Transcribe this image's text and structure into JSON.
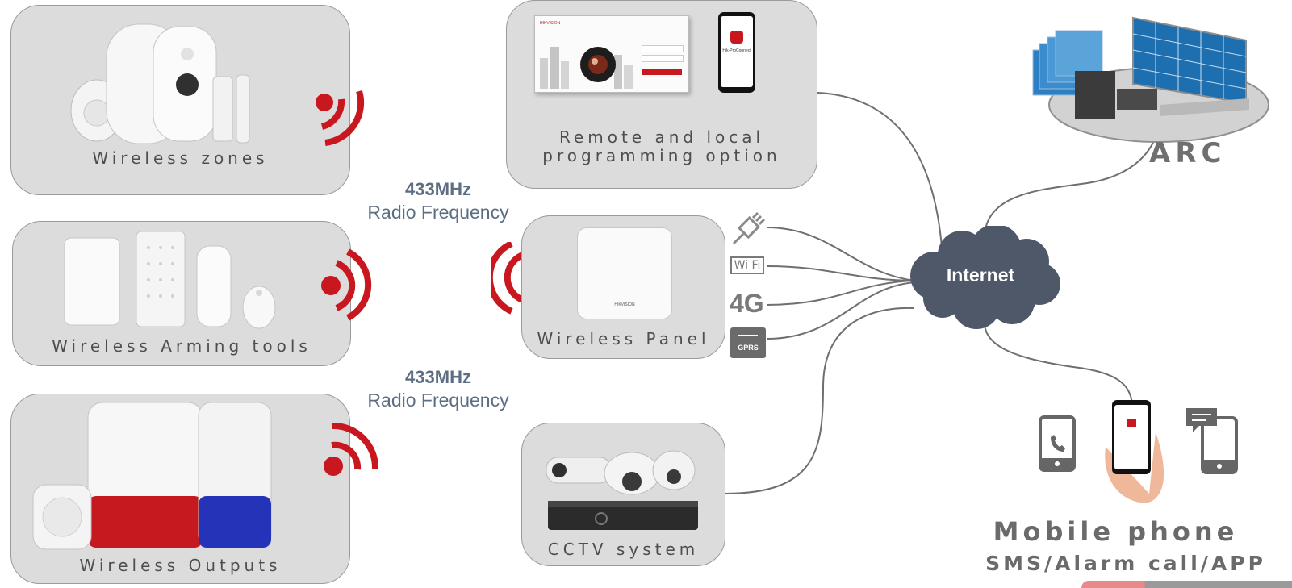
{
  "boxes": {
    "wireless_zones": "Wireless zones",
    "wireless_arming_tools": "Wireless Arming tools",
    "wireless_outputs": "Wireless Outputs",
    "remote_programming_line1": "Remote and local",
    "remote_programming_line2": "programming option",
    "wireless_panel": "Wireless Panel",
    "cctv_system": "CCTV system"
  },
  "frequency": [
    {
      "mhz": "433MHz",
      "label": "Radio Frequency"
    },
    {
      "mhz": "433MHz",
      "label": "Radio Frequency"
    }
  ],
  "cloud_label": "Internet",
  "arc_label": "ARC",
  "mobile": {
    "title": "Mobile phone",
    "subtitle": "SMS/Alarm call/APP"
  },
  "connections": {
    "wifi_label": "Wi Fi",
    "four_g_label": "4G",
    "gprs_label": "GPRS"
  },
  "product_text": {
    "brand": "HIKVISION",
    "app_name": "Hik-ProConnect"
  },
  "colors": {
    "signal_red": "#c8171e",
    "cloud": "#4f5868",
    "box_bg": "#dcdcdc",
    "freq_text": "#5d6e84",
    "siren_blue": "#2533b8"
  },
  "icons": [
    "ethernet-icon",
    "wifi-icon",
    "4g-icon",
    "gprs-icon",
    "phone-call-icon",
    "sms-phone-icon",
    "wireless-signal-icon"
  ]
}
